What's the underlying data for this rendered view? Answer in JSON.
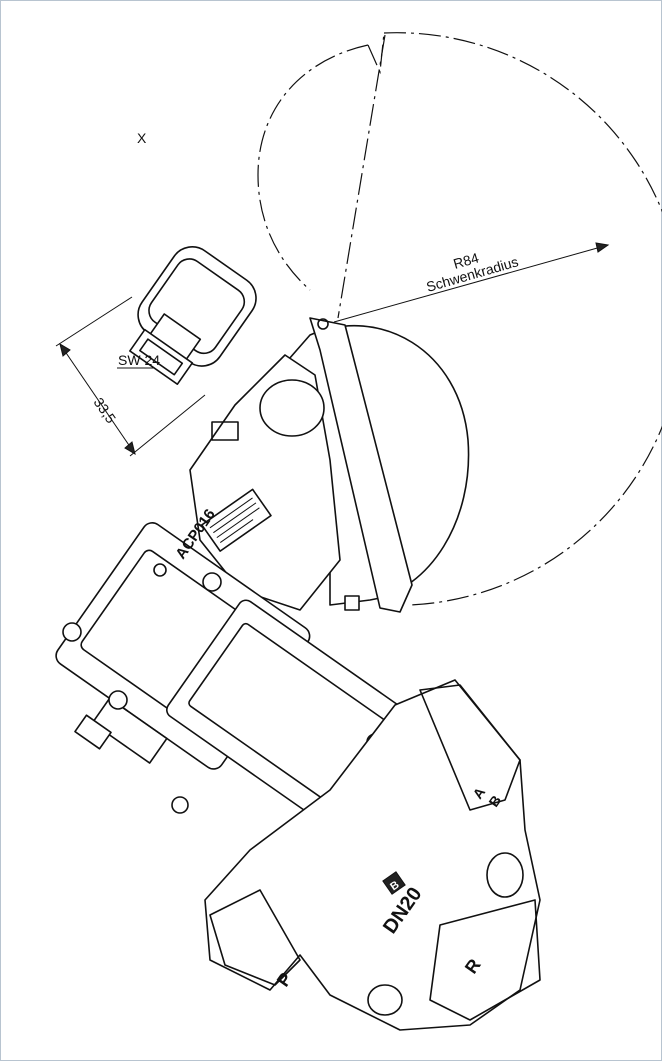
{
  "labels": {
    "view": "X",
    "radius": "R84",
    "radius_caption": "Schwenkradius",
    "wrench_size": "SW 24",
    "dimension": "33,5",
    "connector_code": "ACP016",
    "nominal_diameter": "DN20",
    "port_p": "P",
    "port_r": "R",
    "port_a": "A",
    "port_b": "B",
    "port_marker": "B"
  },
  "colors": {
    "line": "#111111",
    "frame": "#b8c4d0",
    "background": "#ffffff"
  }
}
